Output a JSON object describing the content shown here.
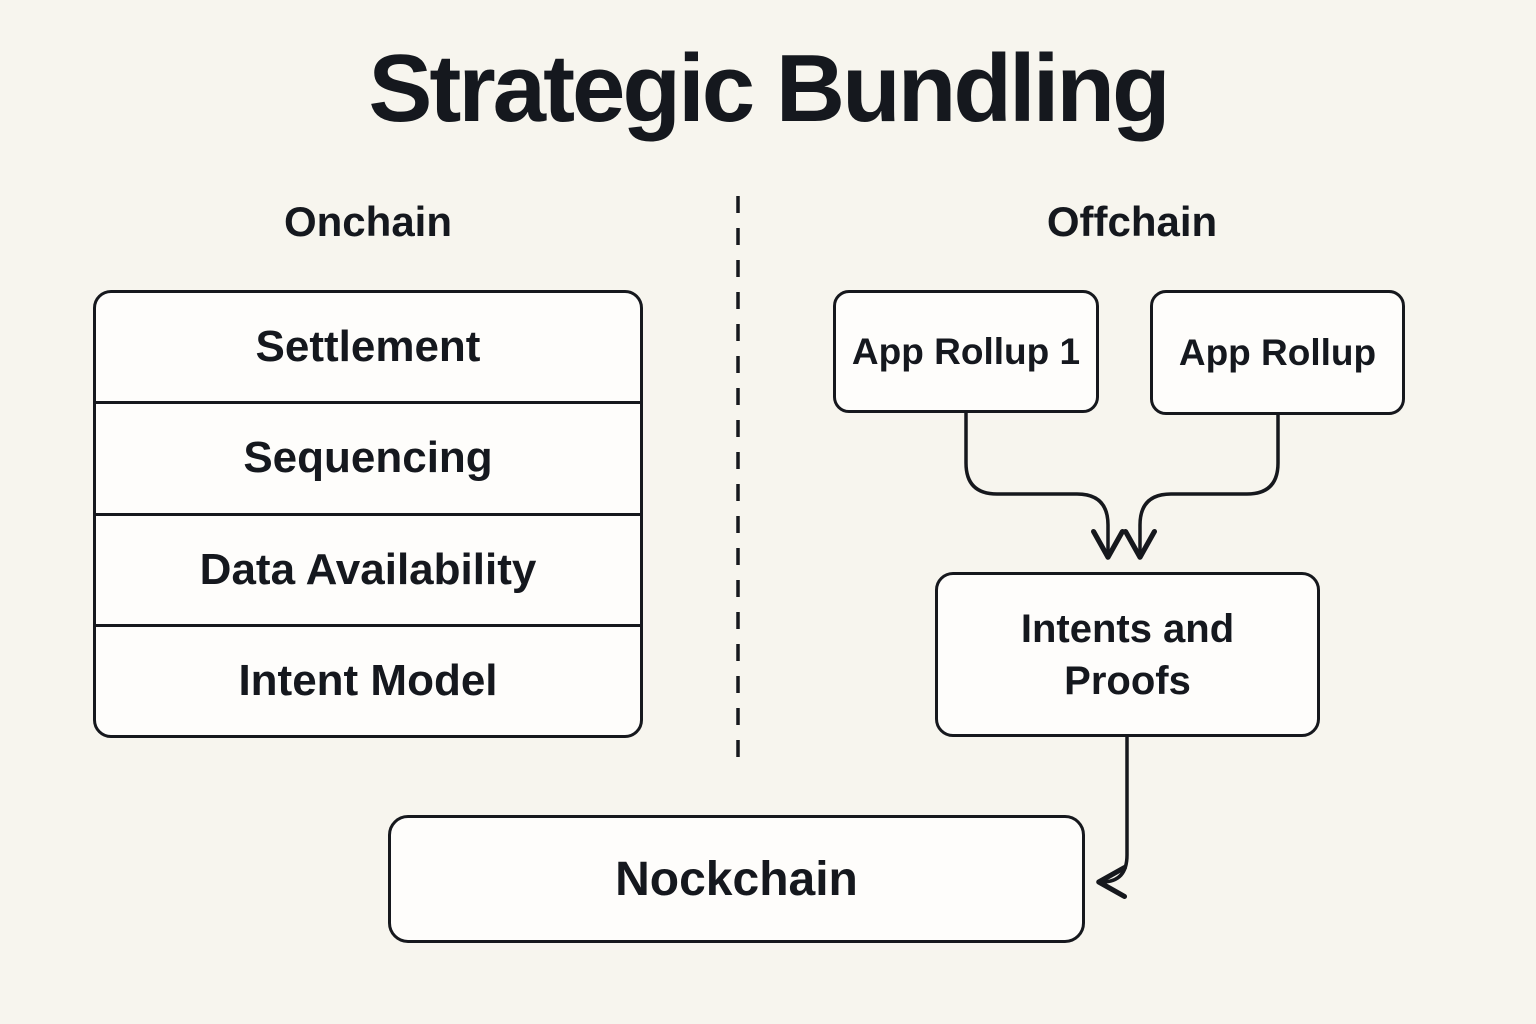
{
  "title": "Strategic Bundling",
  "sections": {
    "left_label": "Onchain",
    "right_label": "Offchain"
  },
  "onchain_stack": {
    "items": [
      {
        "label": "Settlement"
      },
      {
        "label": "Sequencing"
      },
      {
        "label": "Data Availability"
      },
      {
        "label": "Intent Model"
      }
    ]
  },
  "offchain": {
    "app_rollup_1": "App Rollup 1",
    "app_rollup_2": "App Rollup",
    "intents_line1": "Intents and",
    "intents_line2": "Proofs"
  },
  "bottom": {
    "nockchain": "Nockchain"
  },
  "colors": {
    "background": "#f7f5ee",
    "box_fill": "#fefdfb",
    "stroke": "#16181d",
    "text": "#15181e"
  }
}
